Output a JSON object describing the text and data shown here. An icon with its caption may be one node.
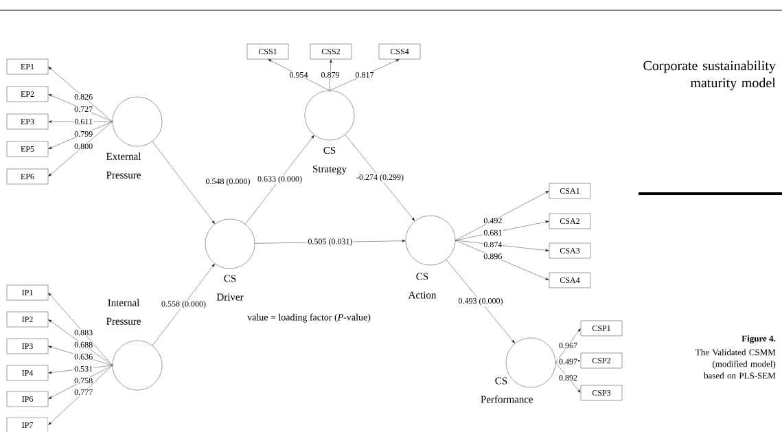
{
  "diagram": {
    "nodes": [
      {
        "text": [
          "EP1"
        ]
      },
      {
        "text": [
          "EP2"
        ]
      },
      {
        "text": [
          "EP3"
        ]
      },
      {
        "text": [
          "EP5"
        ]
      },
      {
        "text": [
          "EP6"
        ]
      },
      {
        "text": [],
        "shape": "circle",
        "beside": [
          "External Pressure"
        ]
      },
      {
        "text": [
          "CSS1"
        ]
      },
      {
        "text": [
          "CSS2"
        ]
      },
      {
        "text": [
          "CSS4"
        ]
      },
      {
        "text": [],
        "shape": "circle",
        "beside": [
          "CS Strategy"
        ]
      },
      {
        "text": [],
        "shape": "circle",
        "beside": [
          "CS Driver"
        ]
      },
      {
        "text": [],
        "shape": "circle",
        "beside": [
          "CS Action"
        ]
      },
      {
        "text": [
          "CSA1"
        ]
      },
      {
        "text": [
          "CSA2"
        ]
      },
      {
        "text": [
          "CSA3"
        ]
      },
      {
        "text": [
          "CSA4"
        ]
      },
      {
        "text": [
          "IP1"
        ]
      },
      {
        "text": [
          "IP2"
        ]
      },
      {
        "text": [
          "IP3"
        ]
      },
      {
        "text": [
          "IP4"
        ]
      },
      {
        "text": [
          "IP6"
        ]
      },
      {
        "text": [
          "IP7"
        ]
      },
      {
        "text": [],
        "shape": "circle",
        "beside": [
          "Internal Pressure"
        ]
      },
      {
        "text": [
          "CSP1"
        ]
      },
      {
        "text": [
          "CSP2"
        ]
      },
      {
        "text": [
          "CSP3"
        ]
      },
      {
        "text": [],
        "shape": "circle",
        "beside": [
          "CS Performance"
        ]
      }
    ],
    "edges": [
      {
        "from": 5,
        "to": 0,
        "arrow": "to",
        "label": "0.826"
      },
      {
        "from": 5,
        "to": 1,
        "arrow": "to",
        "label": "0.727"
      },
      {
        "from": 5,
        "to": 2,
        "arrow": "to",
        "label": "0.611"
      },
      {
        "from": 5,
        "to": 3,
        "arrow": "to",
        "label": "0.799"
      },
      {
        "from": 5,
        "to": 4,
        "arrow": "to",
        "label": "0.800"
      },
      {
        "from": 9,
        "to": 6,
        "arrow": "to",
        "label": "0.954"
      },
      {
        "from": 9,
        "to": 7,
        "arrow": "to",
        "label": "0.879"
      },
      {
        "from": 9,
        "to": 8,
        "arrow": "to",
        "label": "0.817"
      },
      {
        "from": 11,
        "to": 12,
        "arrow": "to",
        "label": "0.492"
      },
      {
        "from": 11,
        "to": 13,
        "arrow": "to",
        "label": "0.681"
      },
      {
        "from": 11,
        "to": 14,
        "arrow": "to",
        "label": "0.874"
      },
      {
        "from": 11,
        "to": 15,
        "arrow": "to",
        "label": "0.896"
      },
      {
        "from": 22,
        "to": 16,
        "arrow": "to",
        "label": "0.883"
      },
      {
        "from": 22,
        "to": 17,
        "arrow": "to",
        "label": "0.688"
      },
      {
        "from": 22,
        "to": 18,
        "arrow": "to",
        "label": "0.636"
      },
      {
        "from": 22,
        "to": 19,
        "arrow": "to",
        "label": "0.531"
      },
      {
        "from": 22,
        "to": 20,
        "arrow": "to",
        "label": "0.758"
      },
      {
        "from": 22,
        "to": 21,
        "arrow": "to",
        "label": "0.777"
      },
      {
        "from": 26,
        "to": 23,
        "arrow": "to",
        "label": "0.967"
      },
      {
        "from": 26,
        "to": 24,
        "arrow": "to",
        "label": "0.497"
      },
      {
        "from": 26,
        "to": 25,
        "arrow": "to",
        "label": "0.892"
      },
      {
        "from": 5,
        "to": 10,
        "arrow": "to",
        "label": "0.548 (0.000)"
      },
      {
        "from": 22,
        "to": 10,
        "arrow": "to",
        "label": "0.558 (0.000)"
      },
      {
        "from": 10,
        "to": 9,
        "arrow": "to",
        "label": "0.633 (0.000)"
      },
      {
        "from": 9,
        "to": 11,
        "arrow": "to",
        "label": "-0.274 (0.299)"
      },
      {
        "from": 10,
        "to": 11,
        "arrow": "to",
        "label": "0.505 (0.031)"
      },
      {
        "from": 11,
        "to": 26,
        "arrow": "to",
        "label": "0.493 (0.000)"
      }
    ],
    "labels": [
      "value = loading factor (*P*-value)",
      "Corporate sustainability maturity model",
      "Figure 4.",
      "The Validated CSMM (modified model) based on PLS-SEM"
    ]
  }
}
